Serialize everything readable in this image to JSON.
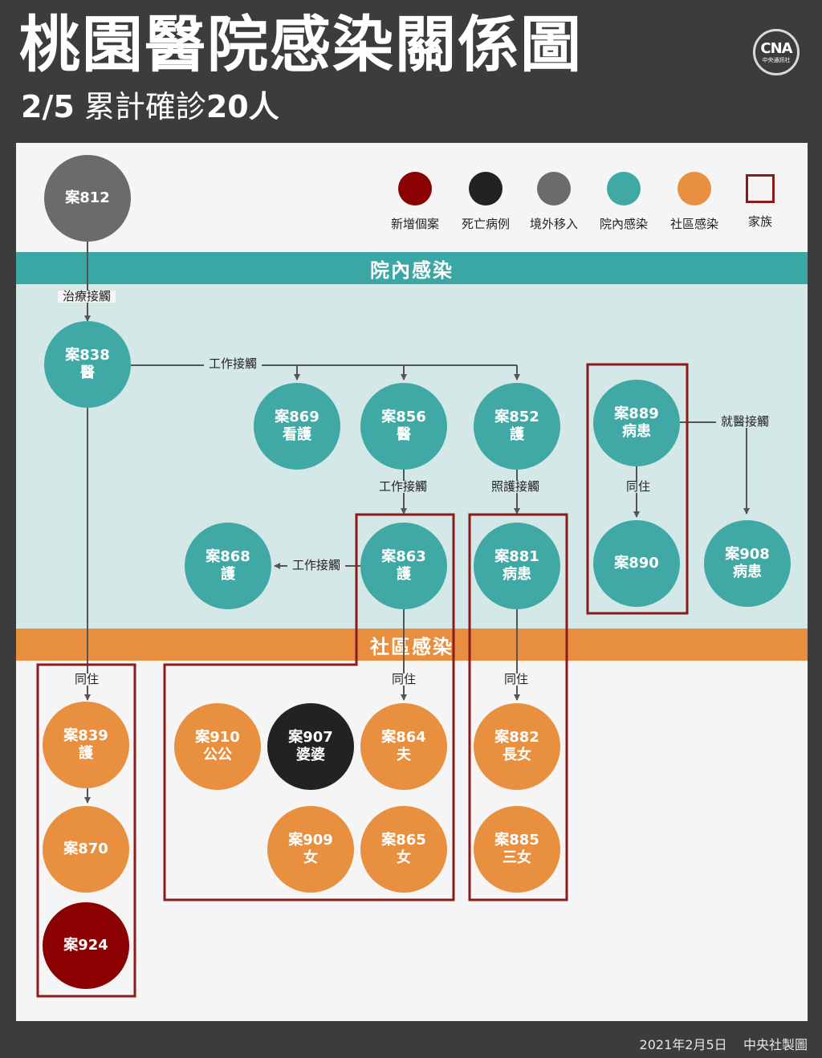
{
  "header": {
    "title": "桃園醫院感染關係圖",
    "subtitle_date": "2/5",
    "subtitle_text": " 累計確診",
    "subtitle_count": "20人",
    "logo_mark": "CNA",
    "logo_sub": "中央通訊社"
  },
  "legend": {
    "items": [
      {
        "label": "新增個案",
        "color": "#8b0000"
      },
      {
        "label": "死亡病例",
        "color": "#222222"
      },
      {
        "label": "境外移入",
        "color": "#6b6b6b"
      },
      {
        "label": "院內感染",
        "color": "#40a9a5"
      },
      {
        "label": "社區感染",
        "color": "#e8903f"
      },
      {
        "label": "家族",
        "color": "#8b1a1a"
      }
    ]
  },
  "bands": {
    "hospital": "院內感染",
    "community": "社區感染"
  },
  "cases": {
    "c812": {
      "id": "案812",
      "role": ""
    },
    "c838": {
      "id": "案838",
      "role": "醫"
    },
    "c869": {
      "id": "案869",
      "role": "看護"
    },
    "c856": {
      "id": "案856",
      "role": "醫"
    },
    "c852": {
      "id": "案852",
      "role": "護"
    },
    "c889": {
      "id": "案889",
      "role": "病患"
    },
    "c890": {
      "id": "案890",
      "role": ""
    },
    "c908": {
      "id": "案908",
      "role": "病患"
    },
    "c868": {
      "id": "案868",
      "role": "護"
    },
    "c863": {
      "id": "案863",
      "role": "護"
    },
    "c881": {
      "id": "案881",
      "role": "病患"
    },
    "c839": {
      "id": "案839",
      "role": "護"
    },
    "c870": {
      "id": "案870",
      "role": ""
    },
    "c924": {
      "id": "案924",
      "role": ""
    },
    "c910": {
      "id": "案910",
      "role": "公公"
    },
    "c907": {
      "id": "案907",
      "role": "婆婆"
    },
    "c864": {
      "id": "案864",
      "role": "夫"
    },
    "c909": {
      "id": "案909",
      "role": "女"
    },
    "c865": {
      "id": "案865",
      "role": "女"
    },
    "c882": {
      "id": "案882",
      "role": "長女"
    },
    "c885": {
      "id": "案885",
      "role": "三女"
    }
  },
  "edges": {
    "treatment_contact": "治療接觸",
    "work_contact_1": "工作接觸",
    "work_contact_2": "工作接觸",
    "work_contact_3": "工作接觸",
    "care_contact": "照護接觸",
    "cohabit_889": "同住",
    "medical_contact": "就醫接觸",
    "cohabit_839": "同住",
    "cohabit_864": "同住",
    "cohabit_882": "同住"
  },
  "footer": {
    "date": "2021年2月5日",
    "credit": "中央社製圖"
  }
}
